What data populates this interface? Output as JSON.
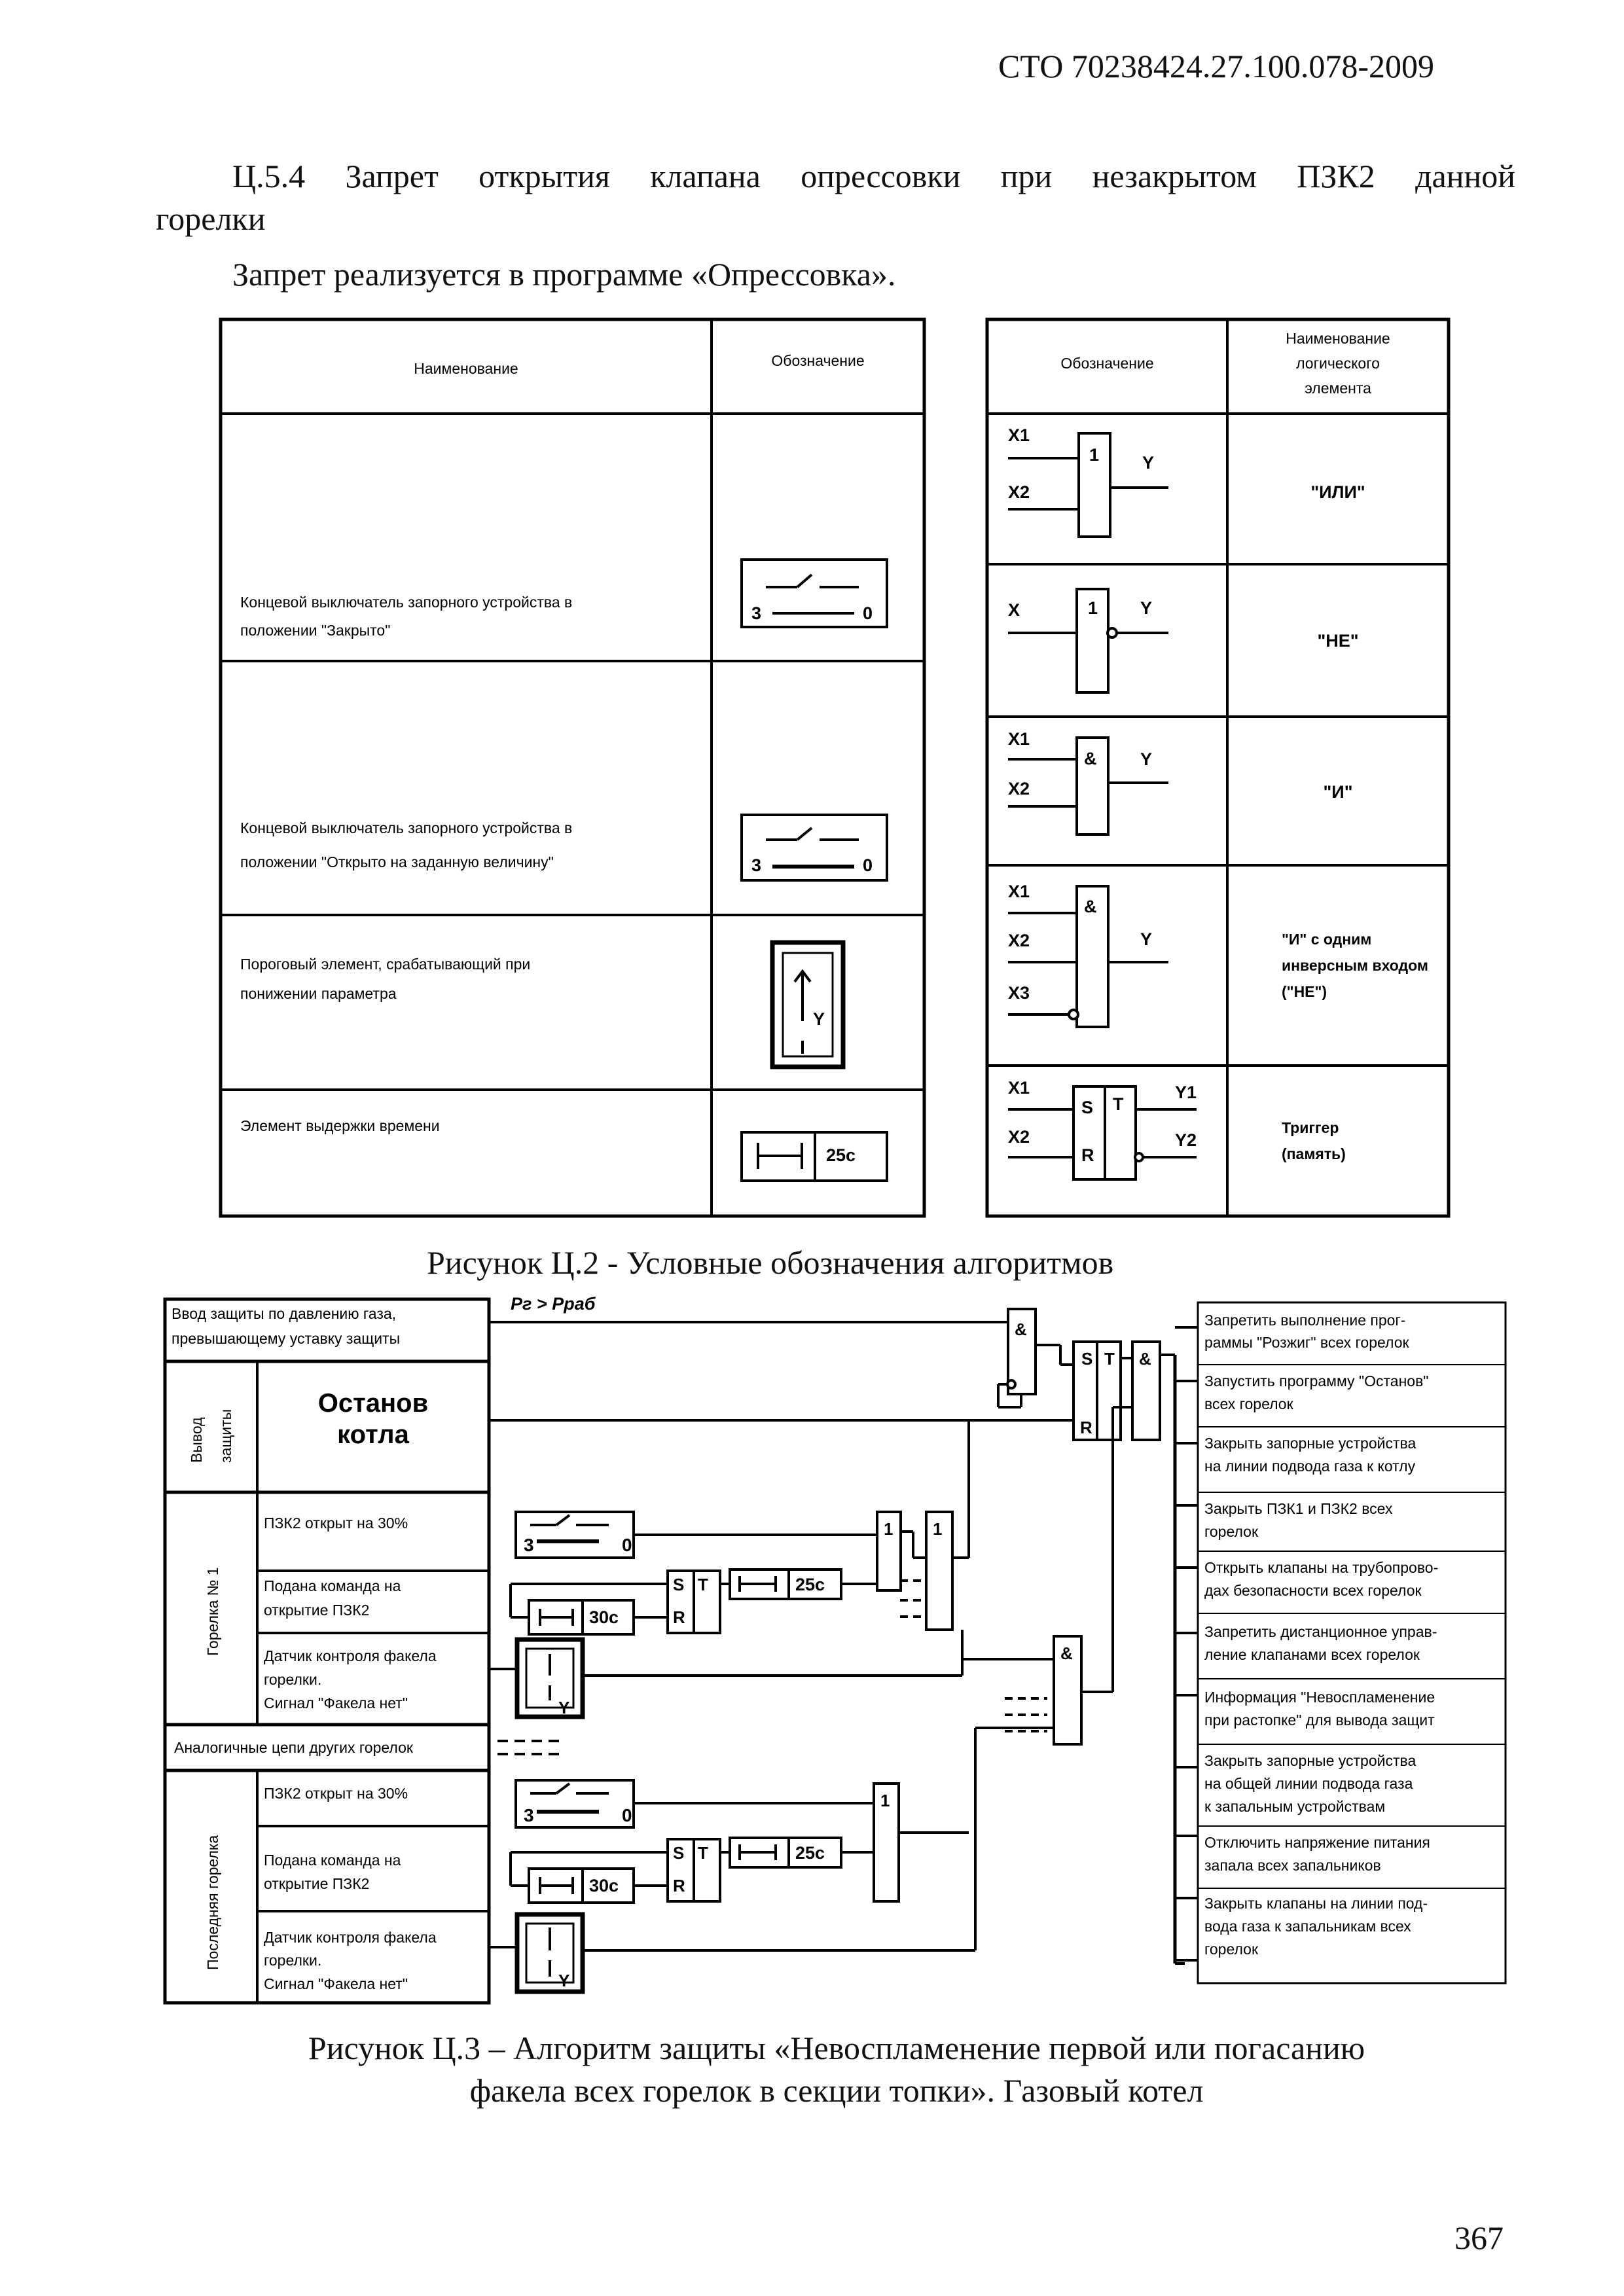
{
  "header": {
    "doc_code": "СТО 70238424.27.100.078-2009"
  },
  "section": {
    "heading_line1": "Ц.5.4  Запрет открытия клапана опрессовки при незакрытом ПЗК2 данной",
    "heading_line2": "горелки",
    "note": "Запрет реализуется в программе «Опрессовка»."
  },
  "legend_left": {
    "col_name": "Наименование",
    "col_symbol": "Обозначение",
    "rows": [
      {
        "name_l1": "",
        "name_l2": ""
      },
      {
        "name_l1": "Концевой выключатель запорного устройства в",
        "name_l2": "положении \"Закрыто\""
      },
      {
        "name_l1": "Концевой выключатель запорного устройства в",
        "name_l2": "положении \"Открыто на заданную величину\""
      },
      {
        "name_l1": "Пороговый элемент, срабатывающий при",
        "name_l2": "понижении параметра"
      },
      {
        "name_l1": "Элемент выдержки времени",
        "name_l2": ""
      }
    ],
    "symbols": {
      "switch_left": "3",
      "switch_right": "0",
      "threshold_out": "Y",
      "timer_value": "25с"
    }
  },
  "legend_right": {
    "col_symbol": "Обозначение",
    "col_name_l1": "Наименование",
    "col_name_l2": "логического",
    "col_name_l3": "элемента",
    "rows": [
      {
        "symbol": "1",
        "name_l1": "\"ИЛИ\"",
        "name_l2": "",
        "name_l3": ""
      },
      {
        "symbol": "1",
        "name_l1": "\"НЕ\"",
        "name_l2": "",
        "name_l3": ""
      },
      {
        "symbol": "&",
        "name_l1": "\"И\"",
        "name_l2": "",
        "name_l3": ""
      },
      {
        "symbol": "&",
        "name_l1": "\"И\" с одним",
        "name_l2": "инверсным входом",
        "name_l3": "(\"НЕ\")"
      },
      {
        "symbol": "T",
        "name_l1": "Триггер",
        "name_l2": "(память)",
        "name_l3": ""
      }
    ],
    "pins": {
      "x": "X",
      "x1": "X1",
      "x2": "X2",
      "x3": "X3",
      "y": "Y",
      "y1": "Y1",
      "y2": "Y2",
      "s": "S",
      "r": "R"
    }
  },
  "figure2_caption": "Рисунок Ц.2 - Условные обозначения алгоритмов",
  "algorithm": {
    "input_gas_l1": "Ввод защиты по давлению газа,",
    "input_gas_l2": "превышающему уставку защиты",
    "pressure_expr": "Pг > Pраб",
    "exit_label_l1": "Вывод",
    "exit_label_l2": "защиты",
    "boiler_stop_l1": "Останов",
    "boiler_stop_l2": "котла",
    "burner1_label": "Горелка № 1",
    "last_burner_label": "Последняя горелка",
    "b1_rows": [
      "ПЗК2 открыт на 30%",
      "Подана команда на",
      "открытие ПЗК2",
      "Датчик контроля факела",
      "горелки.",
      "Сигнал \"Факела нет\""
    ],
    "analog_chains": "Аналогичные цепи других горелок",
    "last_rows": [
      "ПЗК2 открыт на 30%",
      "Подана команда на",
      "открытие ПЗК2",
      "Датчик контроля факела",
      "горелки.",
      "Сигнал \"Факела нет\""
    ],
    "timer_30": "30с",
    "timer_25": "25с",
    "outputs": [
      "Запретить выполнение прог-",
      "раммы \"Розжиг\" всех горелок",
      "Запустить программу \"Останов\"",
      "всех горелок",
      "Закрыть запорные устройства",
      "на линии подвода газа к котлу",
      "Закрыть ПЗК1 и ПЗК2 всех",
      "горелок",
      "Открыть клапаны на трубопрово-",
      "дах безопасности всех горелок",
      "Запретить дистанционное управ-",
      "ление клапанами всех горелок",
      "Информация \"Невоспламенение",
      "при растопке\" для вывода защит",
      "Закрыть запорные устройства",
      "на общей линии подвода газа",
      "к запальным устройствам",
      "Отключить напряжение питания",
      "запала всех запальников",
      "Закрыть клапаны на линии под-",
      "вода газа к запальникам всех",
      "горелок"
    ]
  },
  "figure3_caption_l1": "Рисунок Ц.3 – Алгоритм защиты «Невоспламенение первой или погасанию",
  "figure3_caption_l2": "факела всех горелок в секции топки». Газовый котел",
  "page_number": "367"
}
